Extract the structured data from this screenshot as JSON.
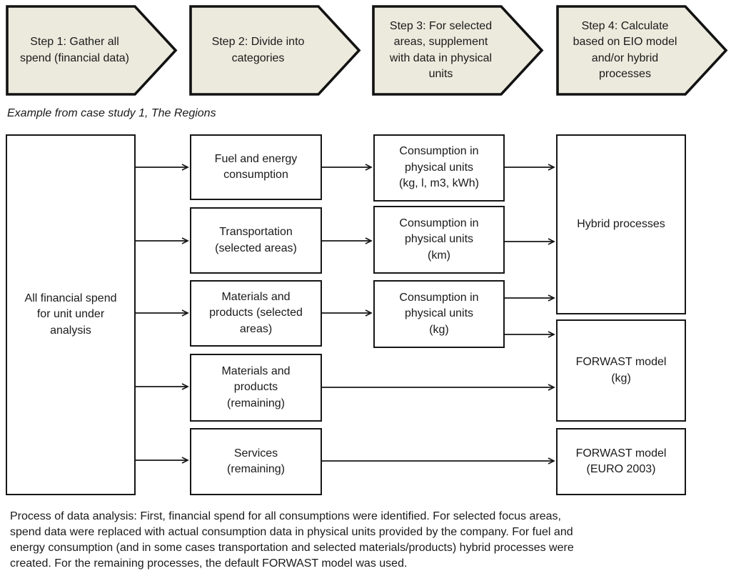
{
  "steps": [
    {
      "label": "Step 1: Gather all\nspend (financial data)"
    },
    {
      "label": "Step 2: Divide into\ncategories"
    },
    {
      "label": "Step 3: For selected\nareas, supplement\nwith data in physical\nunits"
    },
    {
      "label": "Step 4: Calculate\nbased on EIO model\nand/or hybrid\nprocesses"
    }
  ],
  "caption": "Example from case study 1, The Regions",
  "flowchart": {
    "source": {
      "label": "All financial spend\nfor unit under\nanalysis"
    },
    "categories": [
      {
        "label": "Fuel and energy\nconsumption"
      },
      {
        "label": "Transportation\n(selected areas)"
      },
      {
        "label": "Materials and\nproducts (selected\nareas)"
      },
      {
        "label": "Materials and\nproducts\n(remaining)"
      },
      {
        "label": "Services\n(remaining)"
      }
    ],
    "physical_units": [
      {
        "label": "Consumption in\nphysical units\n(kg, l, m3, kWh)"
      },
      {
        "label": "Consumption in\nphysical units\n(km)"
      },
      {
        "label": "Consumption in\nphysical units\n(kg)"
      }
    ],
    "models": [
      {
        "label": "Hybrid processes"
      },
      {
        "label": "FORWAST model\n(kg)"
      },
      {
        "label": "FORWAST model\n(EURO 2003)"
      }
    ]
  },
  "footer": "Process of data analysis: First, financial spend for all consumptions were identified. For selected focus areas,\nspend data were replaced with actual consumption data in physical units provided by the company. For fuel and\nenergy consumption (and in some cases transportation and selected materials/products) hybrid processes were\ncreated. For the remaining processes, the default FORWAST model was used.",
  "colors": {
    "step_fill": "#ECEADD",
    "stroke": "#161616",
    "box_fill": "#FFFFFF"
  }
}
